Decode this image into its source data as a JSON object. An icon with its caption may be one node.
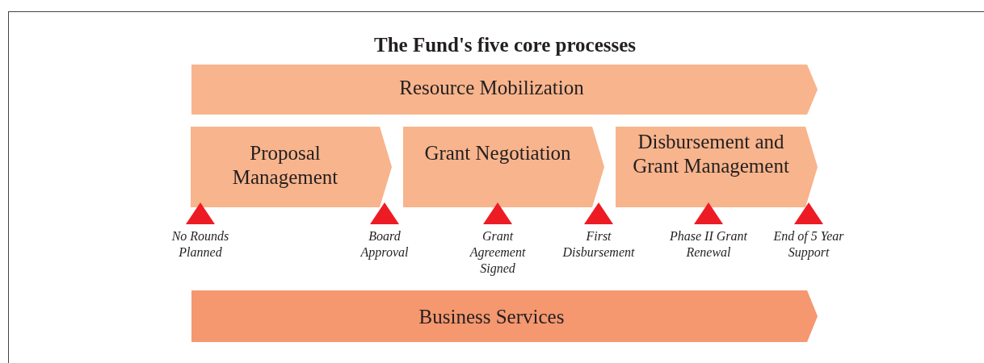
{
  "diagram": {
    "title": "The Fund's five core processes",
    "nodes": [
      {
        "text": [
          "Resource Mobilization"
        ]
      },
      {
        "text": [
          "Proposal Management"
        ]
      },
      {
        "text": [
          "Grant Negotiation"
        ]
      },
      {
        "text": [
          "Disbursement and Grant Management"
        ]
      },
      {
        "text": [
          "Business Services"
        ]
      },
      {
        "text": [],
        "shape": "triangle",
        "beside": [
          "No Rounds Planned"
        ]
      },
      {
        "text": [],
        "shape": "triangle",
        "beside": [
          "Board Approval"
        ]
      },
      {
        "text": [],
        "shape": "triangle",
        "beside": [
          "Grant Agreement Signed"
        ]
      },
      {
        "text": [],
        "shape": "triangle",
        "beside": [
          "First Disbursement"
        ]
      },
      {
        "text": [],
        "shape": "triangle",
        "beside": [
          "Phase II Grant Renewal"
        ]
      },
      {
        "text": [],
        "shape": "triangle",
        "beside": [
          "End of 5 Year Support"
        ]
      }
    ],
    "edges": []
  }
}
